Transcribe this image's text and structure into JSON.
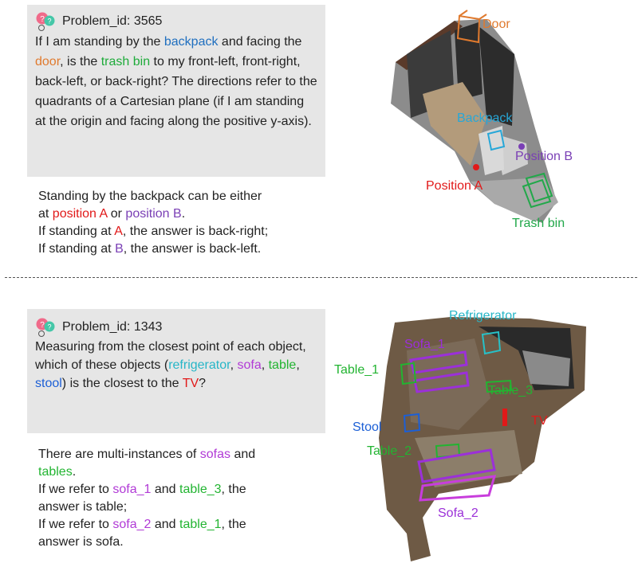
{
  "p1": {
    "id_label": "Problem_id: 3565",
    "q": {
      "t1": "If I am standing by the ",
      "o1": "backpack",
      "t2": " and facing the ",
      "o2": "door",
      "t3": ", is the ",
      "o3": "trash bin",
      "t4": " to my front-left, front-right, back-left, or back-right? The directions refer to the quadrants of a Cartesian plane (if I am standing at the origin and facing along the positive y-axis)."
    },
    "a": {
      "l1": "Standing by the backpack can be either",
      "l2a": "at ",
      "posA": "position A",
      "l2b": " or ",
      "posB": "position B",
      "l2c": ".",
      "l3a": "If standing at ",
      "A": "A",
      "l3b": ", the answer is back-right;",
      "l4a": "If standing at ",
      "B": "B",
      "l4b": ", the answer is back-left."
    },
    "scene": {
      "door": "Door",
      "backpack": "Backpack",
      "posB": "Position B",
      "posA": "Position A",
      "trash": "Trash bin"
    }
  },
  "p2": {
    "id_label": "Problem_id: 1343",
    "q": {
      "t1": "Measuring from the closest point of each object, which of these objects (",
      "o1": "refrigerator",
      "c1": ", ",
      "o2": "sofa",
      "c2": ", ",
      "o3": "table",
      "c3": ", ",
      "o4": "stool",
      "t2": ") is the closest to the ",
      "o5": "TV",
      "t3": "?"
    },
    "a": {
      "l1a": "There are multi-instances of ",
      "sofas": "sofas",
      "l1b": " and",
      "tables": "tables",
      "dot": ".",
      "l3a": "If we refer to ",
      "sofa1": "sofa_1",
      "l3b": " and ",
      "table3": "table_3",
      "l3c": ", the",
      "l4": "answer is table;",
      "l5a": "If we refer to ",
      "sofa2": "sofa_2",
      "l5b": " and ",
      "table1": "table_1",
      "l5c": ", the",
      "l6": "answer is sofa."
    },
    "scene": {
      "refrigerator": "Refrigerator",
      "sofa1": "Sofa_1",
      "table1": "Table_1",
      "table3": "Table_3",
      "stool": "Stool",
      "tv": "TV",
      "table2": "Table_2",
      "sofa2": "Sofa_2"
    }
  }
}
